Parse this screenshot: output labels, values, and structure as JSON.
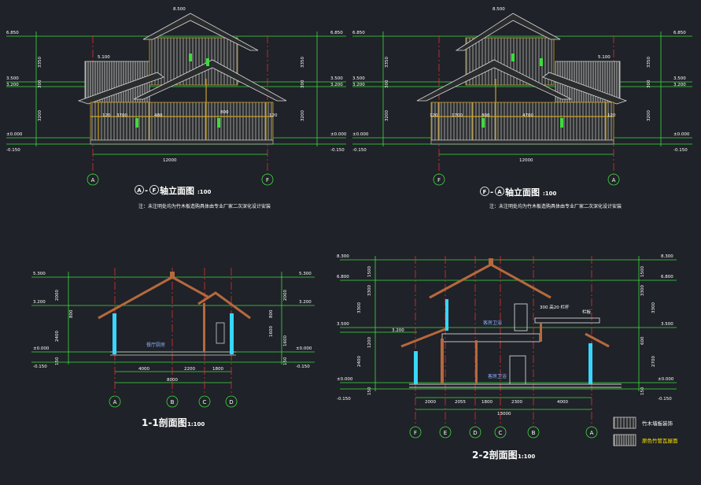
{
  "colors": {
    "background": "#1f2228",
    "dim_green": "#3ddc3d",
    "axis_red": "#e23030",
    "roof_brown": "#b5693d",
    "wall_gold": "#c9a227",
    "text_white": "#ffffff",
    "text_yellow": "#ffe600",
    "text_blue": "#8fb2ff",
    "window_cyan": "#38d6ff",
    "wall_green": "#6fbf3f"
  },
  "elev1": {
    "title_a": "A",
    "title_dash": "-",
    "title_f": "F",
    "title_rest": "轴立面图",
    "scale": ":100",
    "note": "注：未注明处均为竹木板造购具体由专业厂家二次深化设计安装",
    "levels_left": [
      "6.850",
      "3.500",
      "3.200",
      "±0.000",
      "-0.150"
    ],
    "levels_right": [
      "6.850",
      "3.500",
      "3.200",
      "±0.000",
      "-0.150"
    ],
    "level_top": "8.500",
    "level_mid": "5.100",
    "dims_vertical": [
      "3350",
      "300",
      "3200"
    ],
    "dims_small": [
      "120",
      "3700",
      "480",
      "800",
      "120"
    ],
    "span": "12000",
    "axis_left": "A",
    "axis_right": "F"
  },
  "elev2": {
    "title_f": "F",
    "title_dash": "-",
    "title_a": "A",
    "title_rest": "轴立面图",
    "scale": ":100",
    "note": "注：未注明处均为竹木板造购具体由专业厂家二次深化设计安装",
    "levels_left": [
      "6.850",
      "3.500",
      "3.200",
      "±0.000",
      "-0.150"
    ],
    "levels_right": [
      "6.850",
      "3.500",
      "3.200",
      "±0.000",
      "-0.150"
    ],
    "level_top": "8.500",
    "level_mid": "5.100",
    "dims_vertical": [
      "3350",
      "300",
      "3200"
    ],
    "dims_small": [
      "120",
      "1700",
      "800",
      "4700",
      "120"
    ],
    "span": "12000",
    "axis_left": "F",
    "axis_right": "A"
  },
  "sec1": {
    "title": "1-1剖面图",
    "scale": "1:100",
    "levels_left": [
      "5.300",
      "3.200",
      "±0.000",
      "-0.150"
    ],
    "levels_right": [
      "5.300",
      "3.200",
      "±0.000",
      "-0.150"
    ],
    "dims_left": [
      "2000",
      "800",
      "2400",
      "150"
    ],
    "dims_right": [
      "2000",
      "800",
      "1600",
      "1600",
      "150"
    ],
    "room": "餐厅厨房",
    "spans": [
      "4000",
      "2200",
      "1800"
    ],
    "total": "8000",
    "axes": [
      "A",
      "B",
      "C",
      "D"
    ]
  },
  "sec2": {
    "title": "2-2剖面图",
    "scale": "1:100",
    "levels_left": [
      "8.300",
      "6.800",
      "3.500",
      "3.200",
      "±0.000",
      "-0.150"
    ],
    "levels_right": [
      "8.300",
      "6.800",
      "3.500",
      "±0.000",
      "-0.150"
    ],
    "dims_left": [
      "1500",
      "3300",
      "3300",
      "1200",
      "2400",
      "150"
    ],
    "dims_right": [
      "1500",
      "3300",
      "3300",
      "600",
      "2700",
      "150"
    ],
    "room_upper": "客房卫浴",
    "room_lower": "客房卫浴",
    "label_balcony": "300 高20 栏杆",
    "label_rail": "栏板",
    "spans": [
      "2000",
      "2055",
      "1800",
      "2300",
      "4000"
    ],
    "total": "13000",
    "axes": [
      "F",
      "E",
      "D",
      "C",
      "B",
      "A"
    ]
  },
  "legend": {
    "items": [
      "竹木墙板装饰",
      "原色竹管瓦屋面"
    ]
  }
}
